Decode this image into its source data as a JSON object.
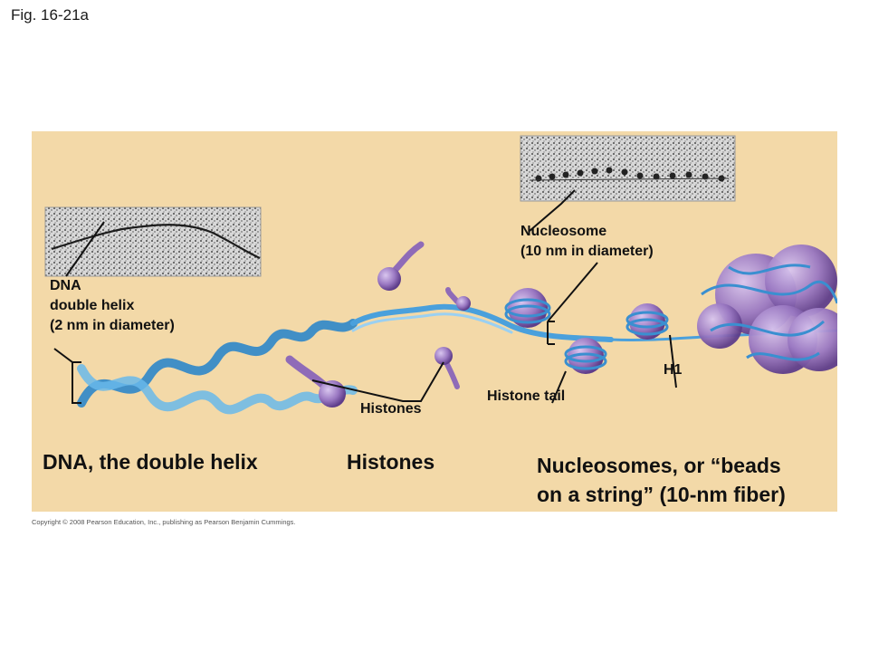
{
  "figure_label": "Fig. 16-21a",
  "labels": {
    "dna_line1": "DNA",
    "dna_line2": "double helix",
    "dna_line3": "(2 nm in diameter)",
    "nucleosome_line1": "Nucleosome",
    "nucleosome_line2": "(10 nm in diameter)",
    "histones_small": "Histones",
    "histone_tail": "Histone tail",
    "h1": "H1"
  },
  "section_titles": {
    "dna": "DNA, the double helix",
    "histones": "Histones",
    "nucleosomes_line1": "Nucleosomes, or “beads",
    "nucleosomes_line2": "on a string” (10-nm fiber)"
  },
  "copyright": "Copyright © 2008 Pearson Education, Inc., publishing as Pearson Benjamin Cummings.",
  "colors": {
    "panel_bg": "#f3d9a8",
    "helix_blue": "#3a9ad9",
    "histone_purple": "#9a78c2",
    "histone_dark": "#6d4a98"
  }
}
